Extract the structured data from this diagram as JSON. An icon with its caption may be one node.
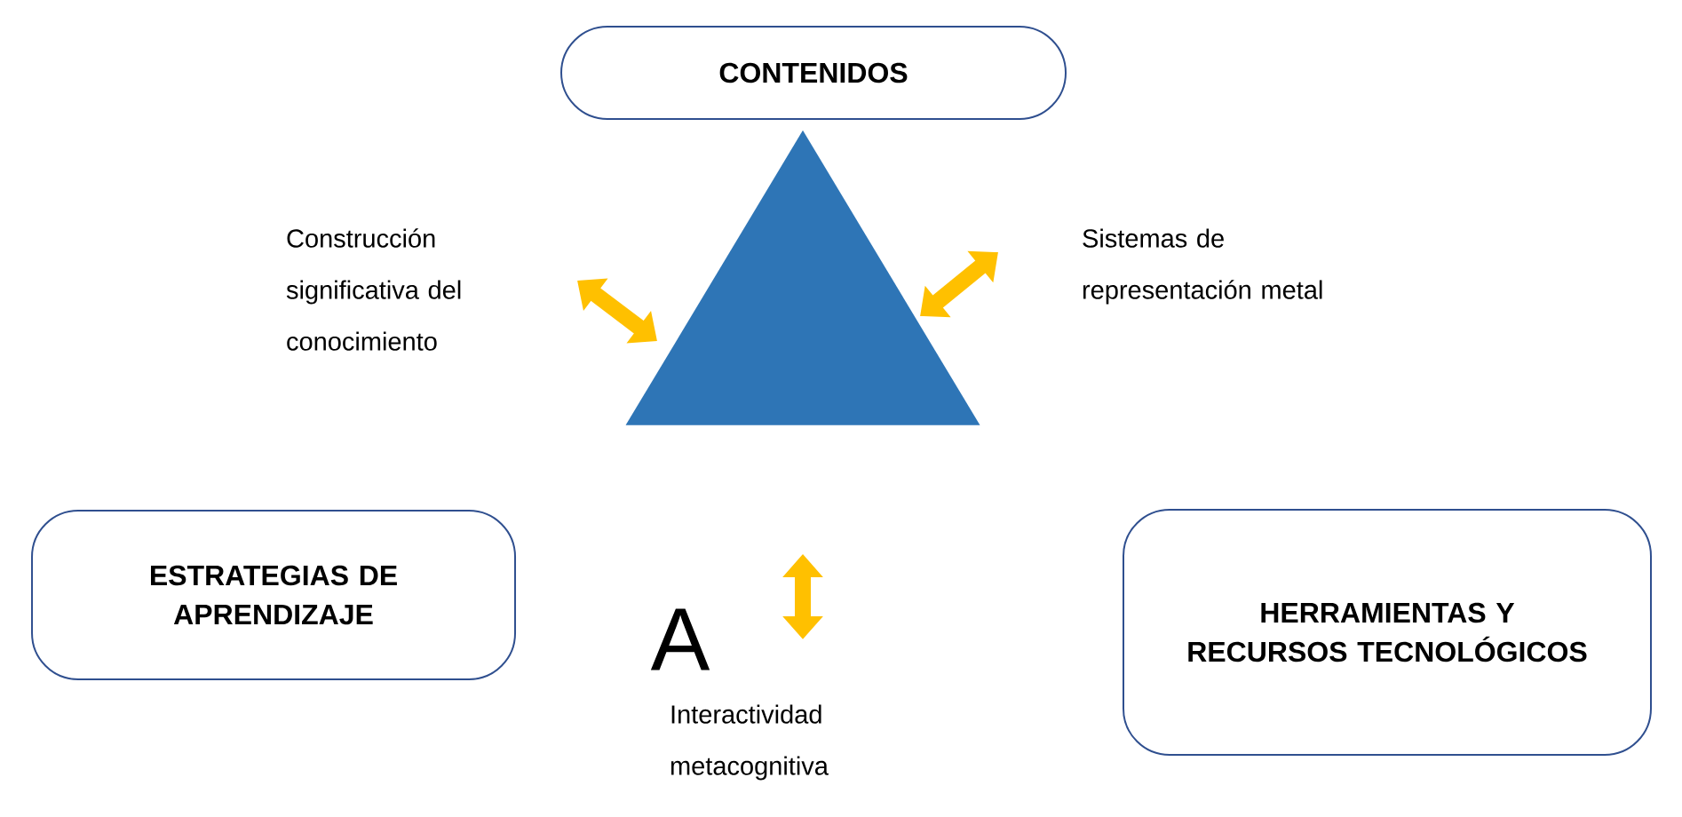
{
  "diagram": {
    "nodes": [
      {
        "text": [
          "CONTENIDOS"
        ]
      },
      {
        "text": [
          "ESTRATEGIAS DE APRENDIZAJE"
        ]
      },
      {
        "text": [
          "HERRAMIENTAS Y RECURSOS TECNOLÓGICOS"
        ]
      },
      {
        "text": [],
        "shape": "triangle"
      },
      {
        "text": [
          "Construcción significativa del conocimiento"
        ]
      },
      {
        "text": [
          "Sistemas de representación metal"
        ]
      },
      {
        "text": [
          "Interactividad metacognitiva"
        ]
      }
    ],
    "labels": [
      "A"
    ]
  }
}
